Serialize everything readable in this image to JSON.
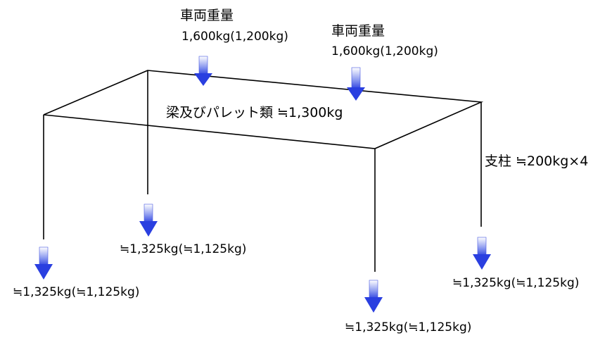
{
  "labels": {
    "vehicle_weight_1_title": "車両重量",
    "vehicle_weight_1_value": "1,600kg(1,200kg)",
    "vehicle_weight_2_title": "車両重量",
    "vehicle_weight_2_value": "1,600kg(1,200kg)",
    "beams_pallet": "梁及びパレット類 ≒1,300kg",
    "pillar": "支柱 ≒200kg×4",
    "load_back_left": "≒1,325kg(≒1,125kg)",
    "load_front_left": "≒1,325kg(≒1,125kg)",
    "load_front_right": "≒1,325kg(≒1,125kg)",
    "load_back_right": "≒1,325kg(≒1,125kg)"
  },
  "colors": {
    "line": "#000000",
    "arrow_top": "#ffffff",
    "arrow_bottom": "#2a3fe0",
    "text": "#000000"
  }
}
